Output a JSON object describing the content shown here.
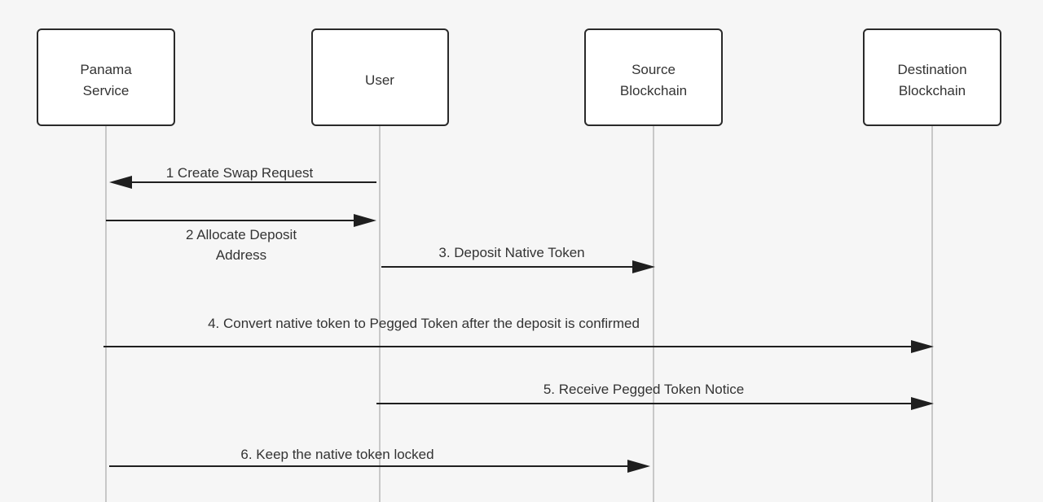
{
  "diagram": {
    "type": "sequence",
    "participants": [
      {
        "id": "panama",
        "lines": [
          "Panama",
          "Service"
        ]
      },
      {
        "id": "user",
        "lines": [
          "User"
        ]
      },
      {
        "id": "source",
        "lines": [
          "Source",
          "Blockchain"
        ]
      },
      {
        "id": "destination",
        "lines": [
          "Destination",
          "Blockchain"
        ]
      }
    ],
    "messages": [
      {
        "from": "user",
        "to": "panama",
        "label_lines": [
          "1 Create Swap Request"
        ]
      },
      {
        "from": "panama",
        "to": "user",
        "label_lines": [
          "2 Allocate Deposit",
          "Address"
        ]
      },
      {
        "from": "user",
        "to": "source",
        "label_lines": [
          "3. Deposit Native Token"
        ]
      },
      {
        "from": "panama",
        "to": "destination",
        "label_lines": [
          "4. Convert native token to Pegged Token after the deposit is confirmed"
        ]
      },
      {
        "from": "user",
        "to": "destination",
        "label_lines": [
          "5. Receive Pegged Token Notice"
        ]
      },
      {
        "from": "panama",
        "to": "source",
        "label_lines": [
          "6. Keep the native token locked"
        ]
      }
    ]
  }
}
